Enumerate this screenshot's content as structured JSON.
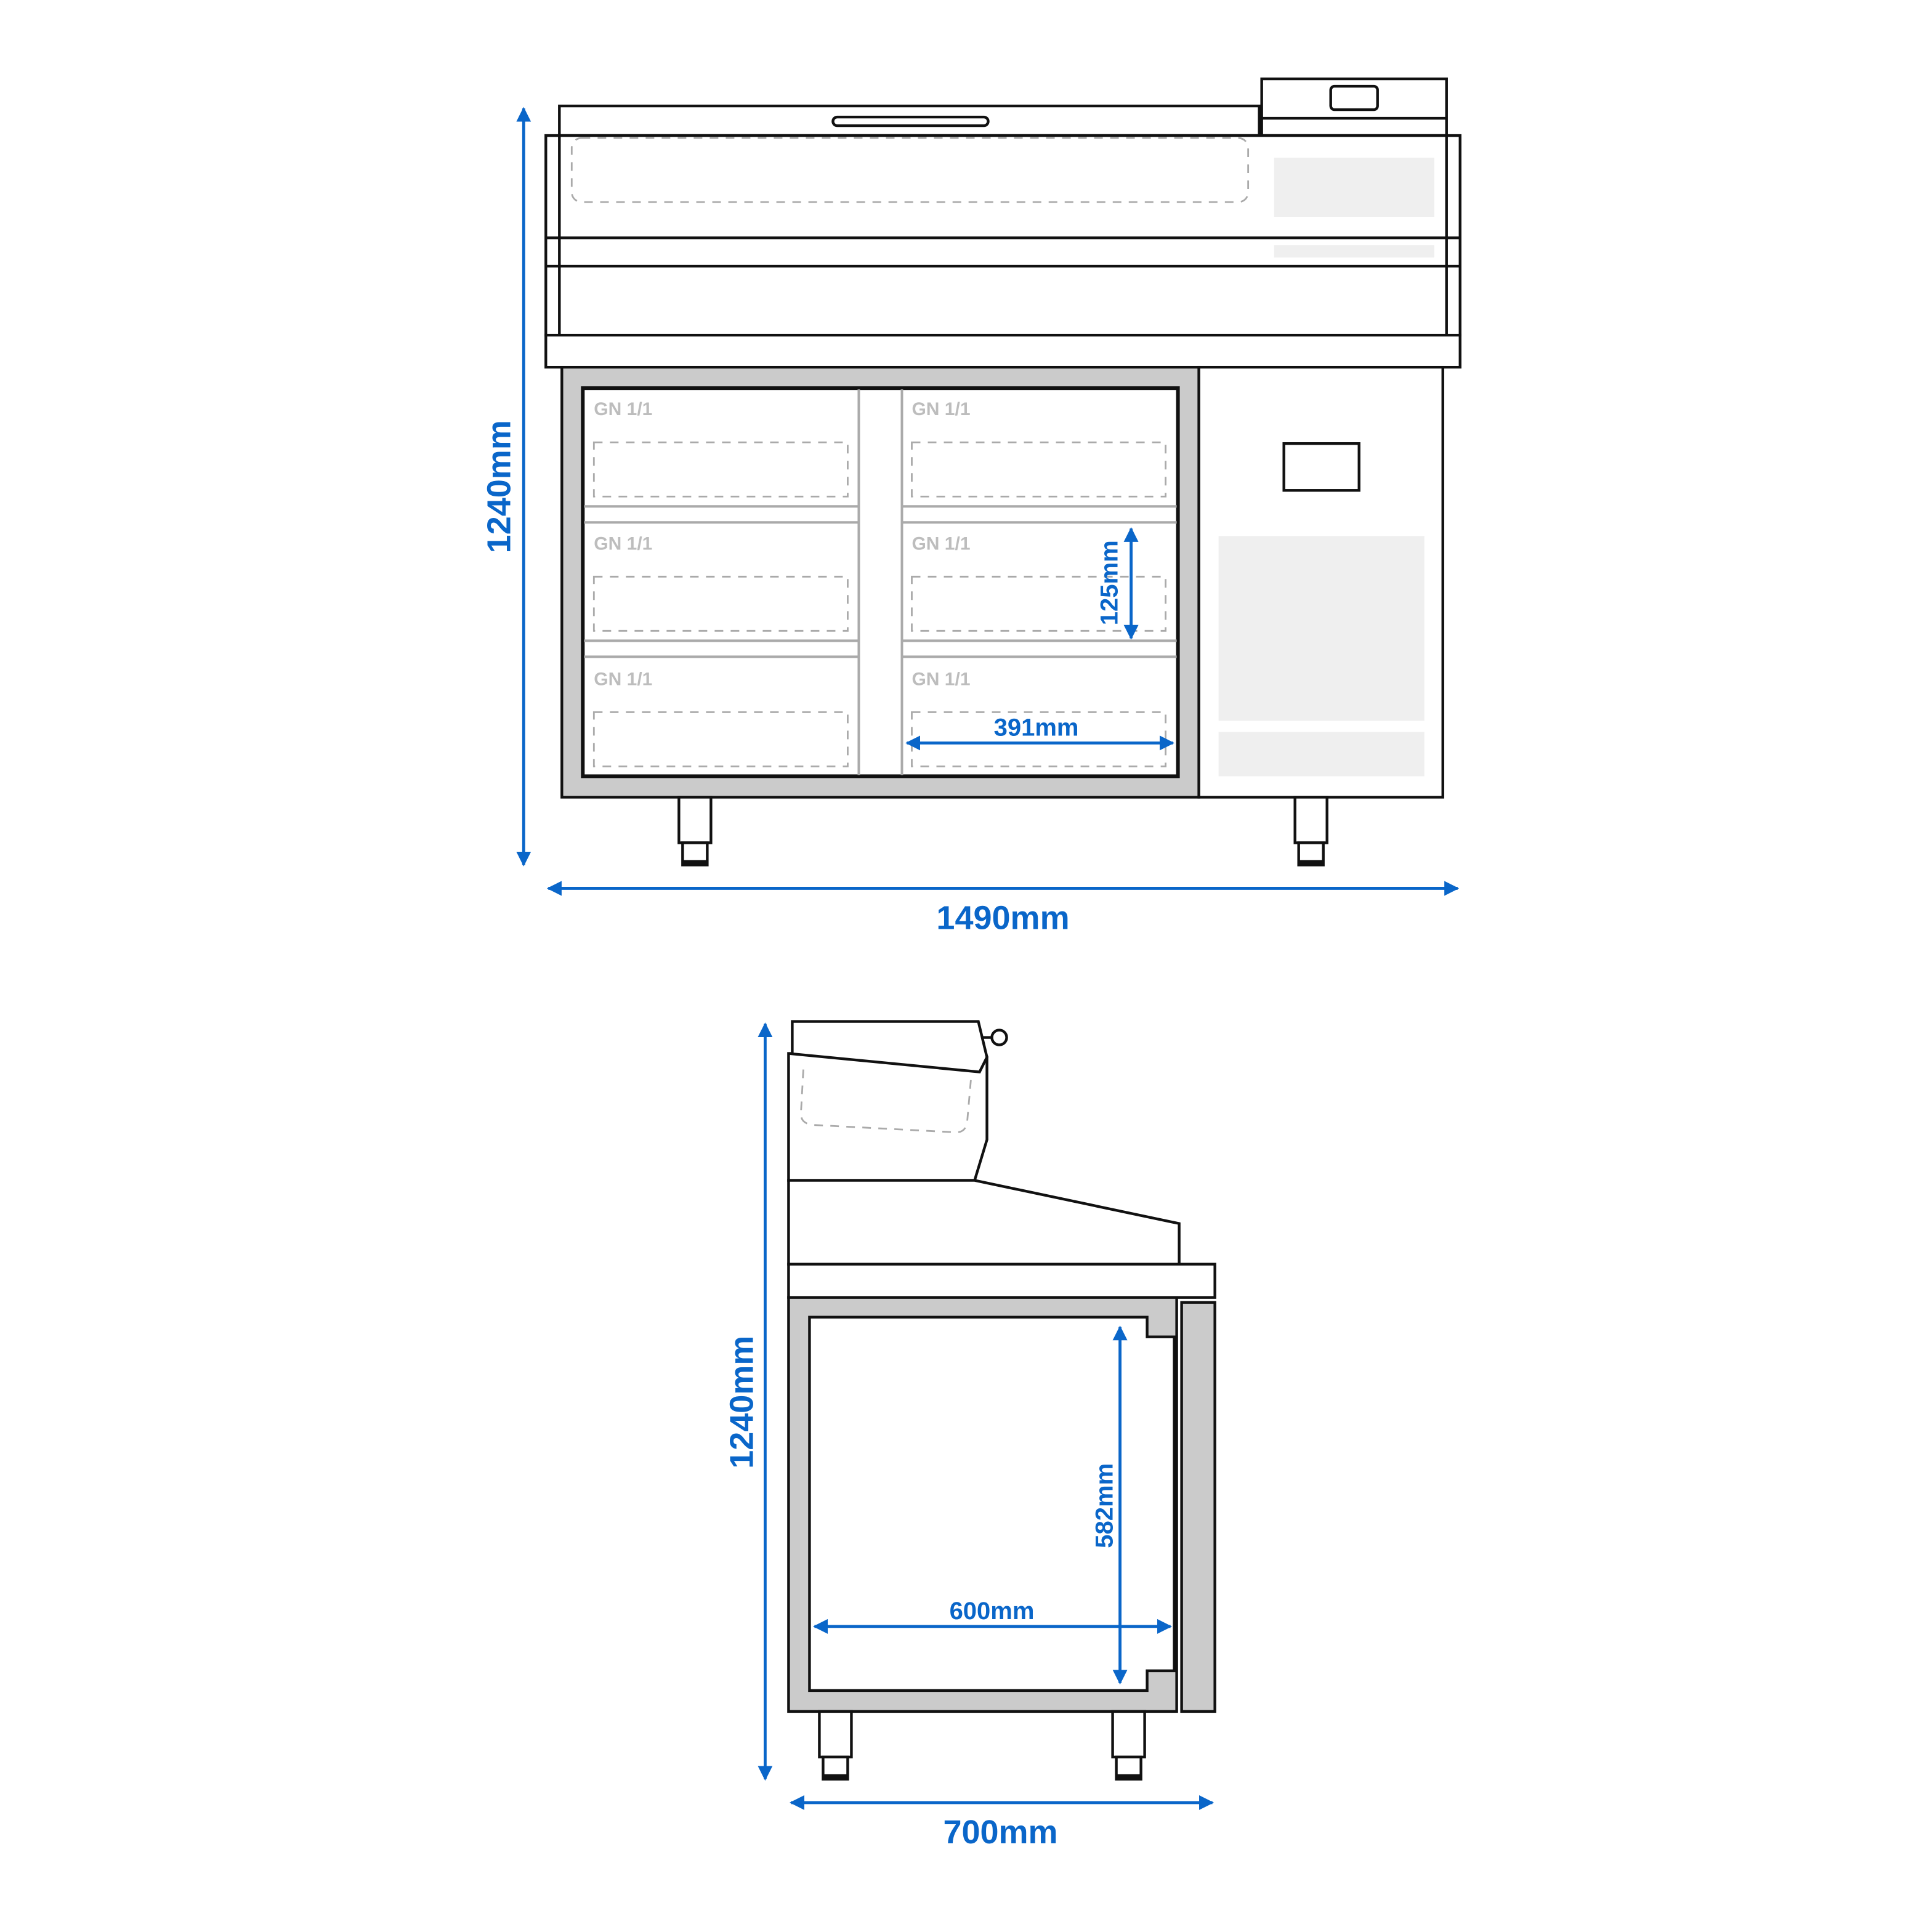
{
  "front_view": {
    "height_label": "1240mm",
    "width_label": "1490mm",
    "shelf_width_label": "391mm",
    "shelf_height_label": "125mm",
    "pan_labels": [
      "GN 1/1",
      "GN 1/1",
      "GN 1/1",
      "GN 1/1",
      "GN 1/1",
      "GN 1/1"
    ]
  },
  "side_view": {
    "height_label": "1240mm",
    "depth_label": "700mm",
    "inner_depth_label": "600mm",
    "inner_height_label": "582mm"
  },
  "colors": {
    "dimension": "#0a66c9",
    "frame": "#cbcbcb",
    "panel": "#efefef"
  }
}
